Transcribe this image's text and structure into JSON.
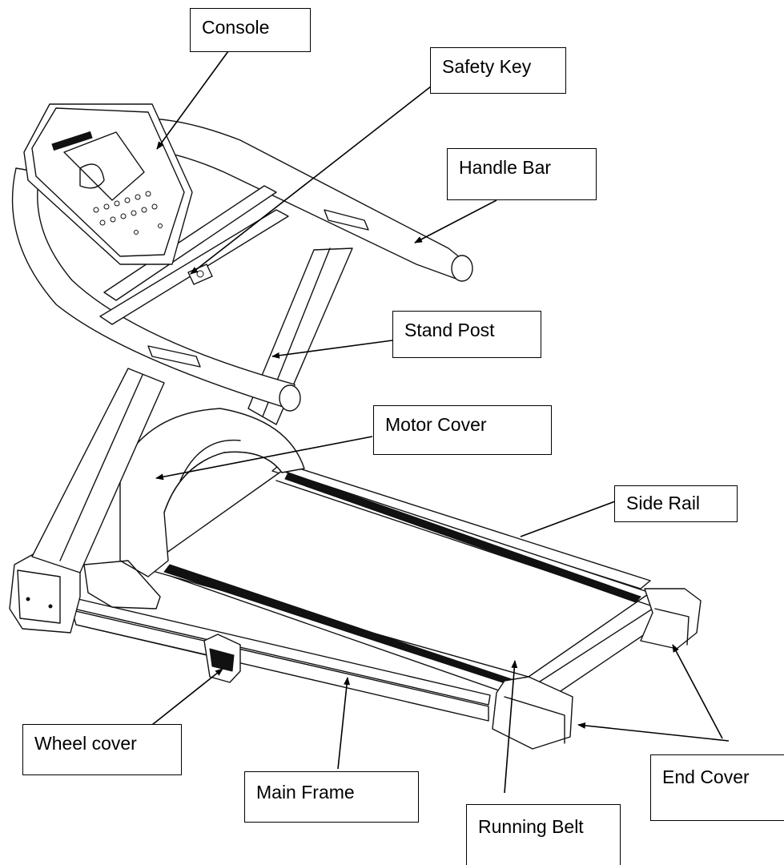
{
  "labels": {
    "console": "Console",
    "safety_key": "Safety Key",
    "handle_bar": "Handle Bar",
    "stand_post": "Stand Post",
    "motor_cover": "Motor Cover",
    "side_rail": "Side Rail",
    "wheel_cover": "Wheel cover",
    "main_frame": "Main Frame",
    "running_belt": "Running Belt",
    "end_cover": "End Cover"
  }
}
